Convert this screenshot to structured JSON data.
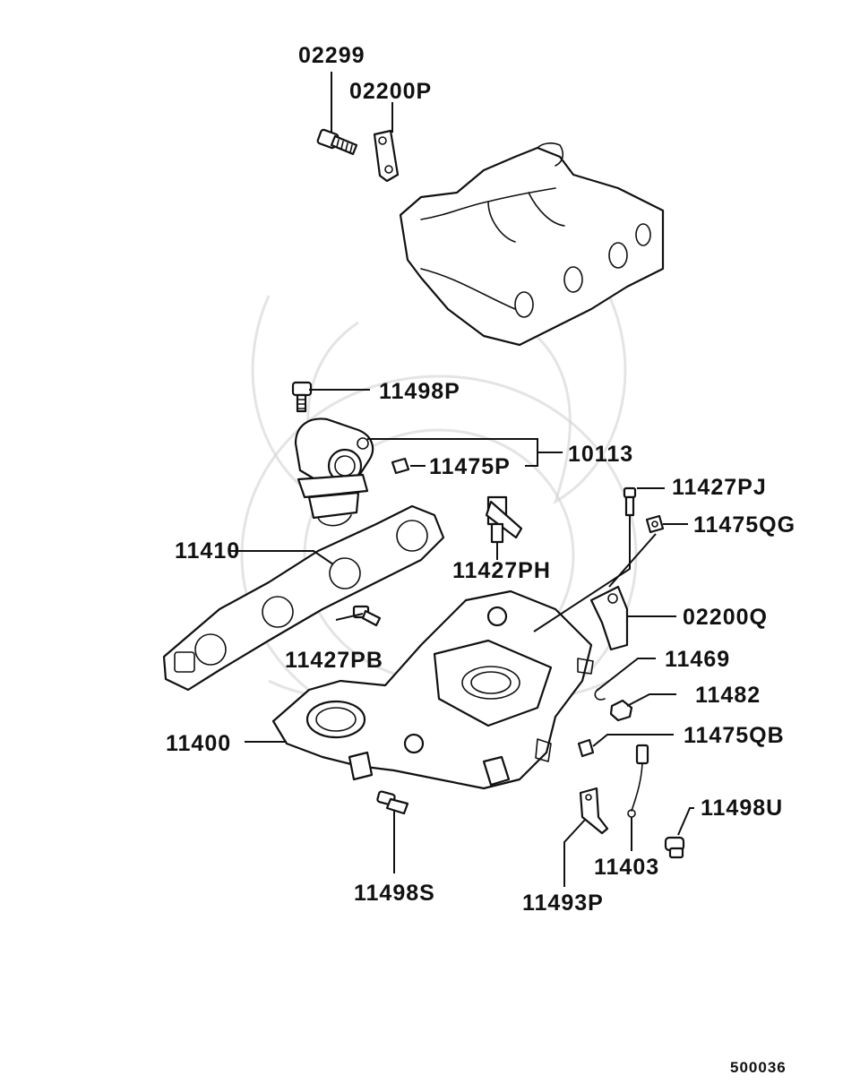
{
  "diagram": {
    "callouts": [
      {
        "id": "02299",
        "text": "02299"
      },
      {
        "id": "02200P",
        "text": "02200P"
      },
      {
        "id": "11498P",
        "text": "11498P"
      },
      {
        "id": "10113",
        "text": "10113"
      },
      {
        "id": "11475P",
        "text": "11475P"
      },
      {
        "id": "11427PJ",
        "text": "11427PJ"
      },
      {
        "id": "11475QG",
        "text": "11475QG"
      },
      {
        "id": "11410",
        "text": "11410"
      },
      {
        "id": "11427PH",
        "text": "11427PH"
      },
      {
        "id": "02200Q",
        "text": "02200Q"
      },
      {
        "id": "11427PB",
        "text": "11427PB"
      },
      {
        "id": "11469",
        "text": "11469"
      },
      {
        "id": "11482",
        "text": "11482"
      },
      {
        "id": "11400",
        "text": "11400"
      },
      {
        "id": "11475QB",
        "text": "11475QB"
      },
      {
        "id": "11498U",
        "text": "11498U"
      },
      {
        "id": "11403",
        "text": "11403"
      },
      {
        "id": "11498S",
        "text": "11498S"
      },
      {
        "id": "11493P",
        "text": "11493P"
      }
    ],
    "figure_number": "500036"
  }
}
